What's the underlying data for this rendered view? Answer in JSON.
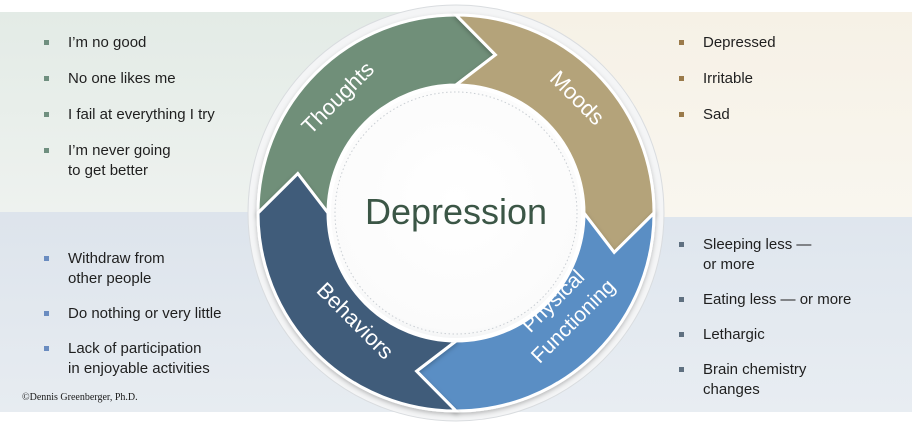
{
  "center_label": "Depression",
  "segments": {
    "thoughts": {
      "label": "Thoughts",
      "color": "#6f8f79"
    },
    "moods": {
      "label": "Moods",
      "color": "#b4a37a"
    },
    "physical": {
      "label_line1": "Physical",
      "label_line2": "Functioning",
      "color": "#5a8ec4"
    },
    "behaviors": {
      "label": "Behaviors",
      "color": "#3f5c7a"
    }
  },
  "lists": {
    "thoughts": [
      "I’m no good",
      "No one likes me",
      "I fail at everything  I  try",
      "I’m never  going\nto get better"
    ],
    "moods": [
      "Depressed",
      "Irritable",
      "Sad"
    ],
    "behaviors": [
      "Withdraw  from\nother people",
      "Do nothing  or very  little",
      "Lack of participation\nin enjoyable  activities"
    ],
    "physical": [
      "Sleeping less —\nor more",
      "Eating less — or more",
      "Lethargic",
      "Brain chemistry\nchanges"
    ]
  },
  "copyright": "©Dennis Greenberger, Ph.D."
}
